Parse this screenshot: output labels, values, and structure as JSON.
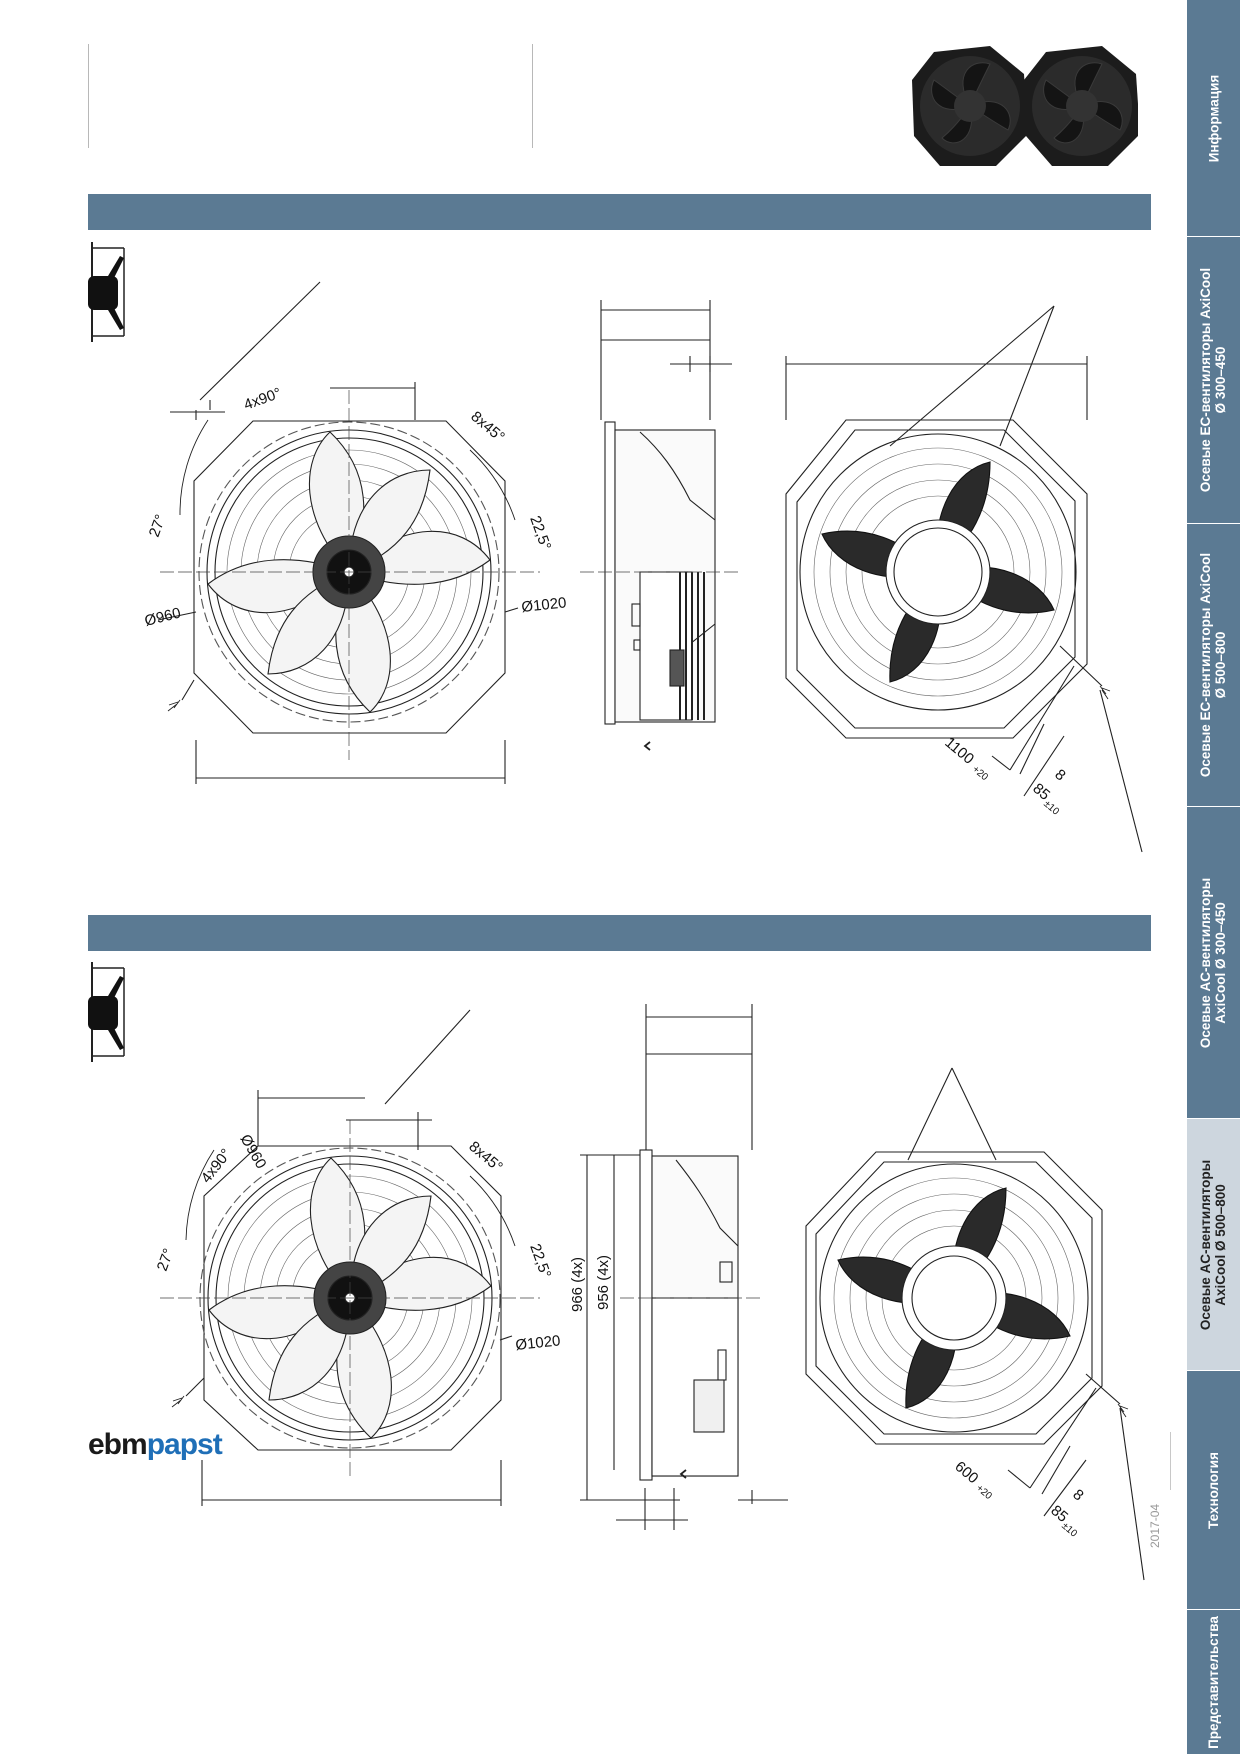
{
  "brand": {
    "part1": "ebm",
    "part2": "papst"
  },
  "footer": {
    "date": "2017-04"
  },
  "colors": {
    "band": "#5b7a93",
    "sidebar": "#5b7a93",
    "active_tab": "#cdd6de",
    "brand_blue": "#1f6fb7"
  },
  "sidebar": {
    "tabs": [
      {
        "line1": "Информация",
        "line2": ""
      },
      {
        "line1": "Осевые EC-вентиляторы AxiCool",
        "line2": "Ø 300–450"
      },
      {
        "line1": "Осевые EC-вентиляторы AxiCool",
        "line2": "Ø 500–800"
      },
      {
        "line1": "Осевые AC-вентиляторы",
        "line2": "AxiCool Ø 300–450"
      },
      {
        "line1": "Осевые AC-вентиляторы",
        "line2": "AxiCool Ø 500–800"
      },
      {
        "line1": "Технология",
        "line2": ""
      },
      {
        "line1": "Представительства",
        "line2": ""
      }
    ]
  },
  "drawing1": {
    "front": {
      "d1": "Ø960",
      "d2": "Ø1020",
      "a1": "4x90°",
      "a2": "8x45°",
      "a3": "27°",
      "a4": "22,5°"
    },
    "rear": {
      "cable": "1100",
      "cable_tol": "+20",
      "strip1": "8",
      "strip2": "85",
      "strip2_tol": "±10"
    }
  },
  "drawing2": {
    "front": {
      "d1": "Ø960",
      "d2": "Ø1020",
      "a1": "4x90°",
      "a2": "8x45°",
      "a3": "27°",
      "a4": "22,5°"
    },
    "side": {
      "h1": "966 (4x)",
      "h2": "956 (4x)"
    },
    "rear": {
      "cable": "600",
      "cable_tol": "+20",
      "strip1": "8",
      "strip2": "85",
      "strip2_tol": "±10"
    }
  }
}
